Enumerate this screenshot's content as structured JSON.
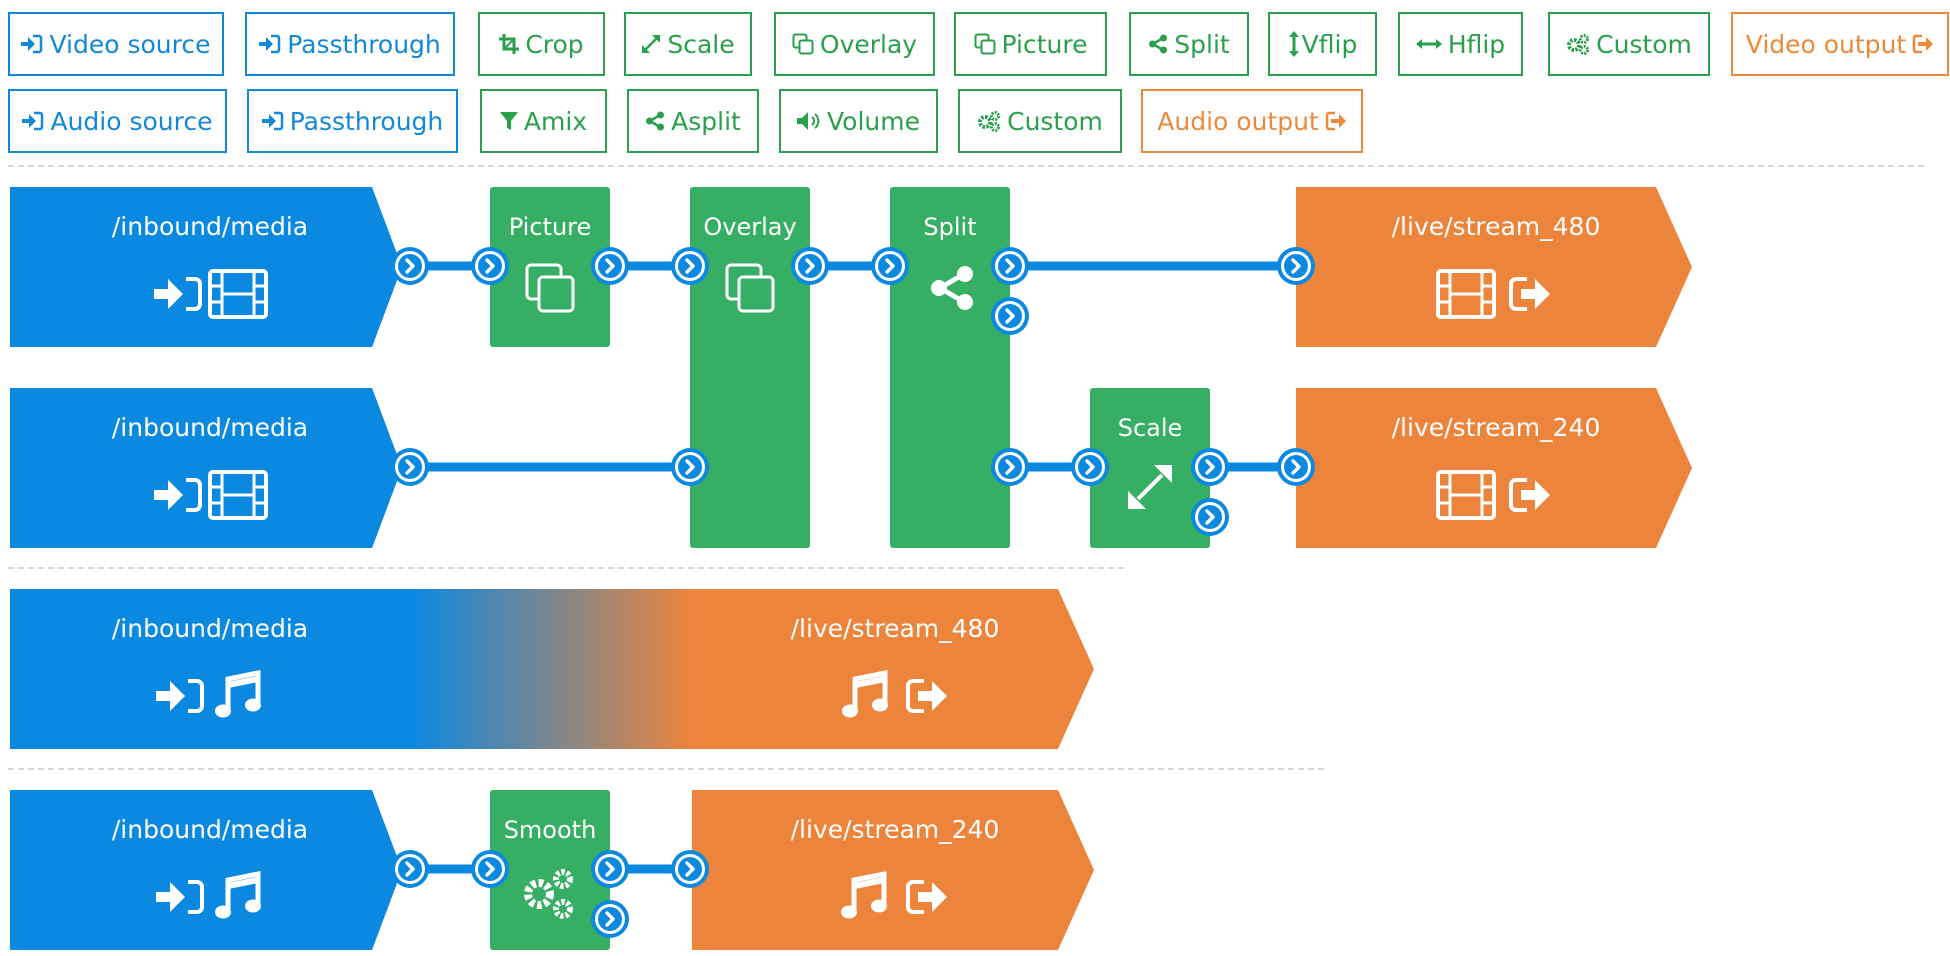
{
  "toolbar": {
    "video": [
      {
        "label": "Video source",
        "icon": "sign-in-icon",
        "kind": "source"
      },
      {
        "label": "Passthrough",
        "icon": "sign-in-icon",
        "kind": "source"
      },
      {
        "label": "Crop",
        "icon": "crop-icon",
        "kind": "filter"
      },
      {
        "label": "Scale",
        "icon": "expand-arrows-icon",
        "kind": "filter"
      },
      {
        "label": "Overlay",
        "icon": "copy-icon",
        "kind": "filter"
      },
      {
        "label": "Picture",
        "icon": "copy-icon",
        "kind": "filter"
      },
      {
        "label": "Split",
        "icon": "share-alt-icon",
        "kind": "filter"
      },
      {
        "label": "Vflip",
        "icon": "arrows-vertical-icon",
        "kind": "filter"
      },
      {
        "label": "Hflip",
        "icon": "arrows-horizontal-icon",
        "kind": "filter"
      },
      {
        "label": "Custom",
        "icon": "gears-icon",
        "kind": "filter"
      },
      {
        "label": "Video output",
        "icon": "sign-out-icon",
        "kind": "output"
      }
    ],
    "audio": [
      {
        "label": "Audio source",
        "icon": "sign-in-icon",
        "kind": "source"
      },
      {
        "label": "Passthrough",
        "icon": "sign-in-icon",
        "kind": "source"
      },
      {
        "label": "Amix",
        "icon": "filter-icon",
        "kind": "filter"
      },
      {
        "label": "Asplit",
        "icon": "share-alt-icon",
        "kind": "filter"
      },
      {
        "label": "Volume",
        "icon": "volume-icon",
        "kind": "filter"
      },
      {
        "label": "Custom",
        "icon": "gears-icon",
        "kind": "filter"
      },
      {
        "label": "Audio output",
        "icon": "sign-out-icon",
        "kind": "output"
      }
    ]
  },
  "graph": {
    "video_source_1": {
      "path": "/inbound/media"
    },
    "video_source_2": {
      "path": "/inbound/media"
    },
    "picture": {
      "label": "Picture"
    },
    "overlay": {
      "label": "Overlay"
    },
    "split": {
      "label": "Split"
    },
    "scale": {
      "label": "Scale"
    },
    "video_output_1": {
      "path": "/live/stream_480"
    },
    "video_output_2": {
      "path": "/live/stream_240"
    },
    "audio_passthrough": {
      "source_path": "/inbound/media",
      "output_path": "/live/stream_480"
    },
    "audio_source": {
      "path": "/inbound/media"
    },
    "smooth": {
      "label": "Smooth"
    },
    "audio_output": {
      "path": "/live/stream_240"
    }
  },
  "colors": {
    "source": "#0b88e0",
    "filter": "#36ae63",
    "output": "#ed843b",
    "link": "#0b88e0",
    "separator": "#c8c8c8"
  }
}
